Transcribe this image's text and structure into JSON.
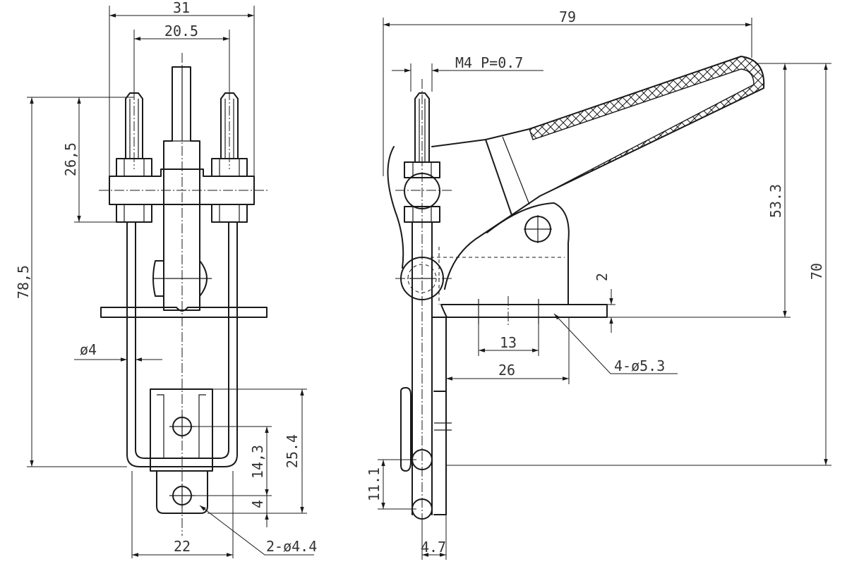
{
  "front_view": {
    "width_overall": "31",
    "bolt_spacing": "20.5",
    "thread_length": "26,5",
    "overall_height": "78,5",
    "rod_diameter": "ø4",
    "hole_offset": "14,3",
    "block_height": "25.4",
    "tab_offset": "4",
    "block_width": "22",
    "tab_holes": "2-ø4.4"
  },
  "side_view": {
    "length_overall": "79",
    "thread_spec": "M4 P=0.7",
    "handle_height": "53.3",
    "total_height": "70",
    "base_thickness": "2",
    "hole_spacing": "13",
    "base_length": "26",
    "mount_holes": "4-ø5.3",
    "pin_offset": "11.1",
    "plate_thickness": "4.7"
  }
}
